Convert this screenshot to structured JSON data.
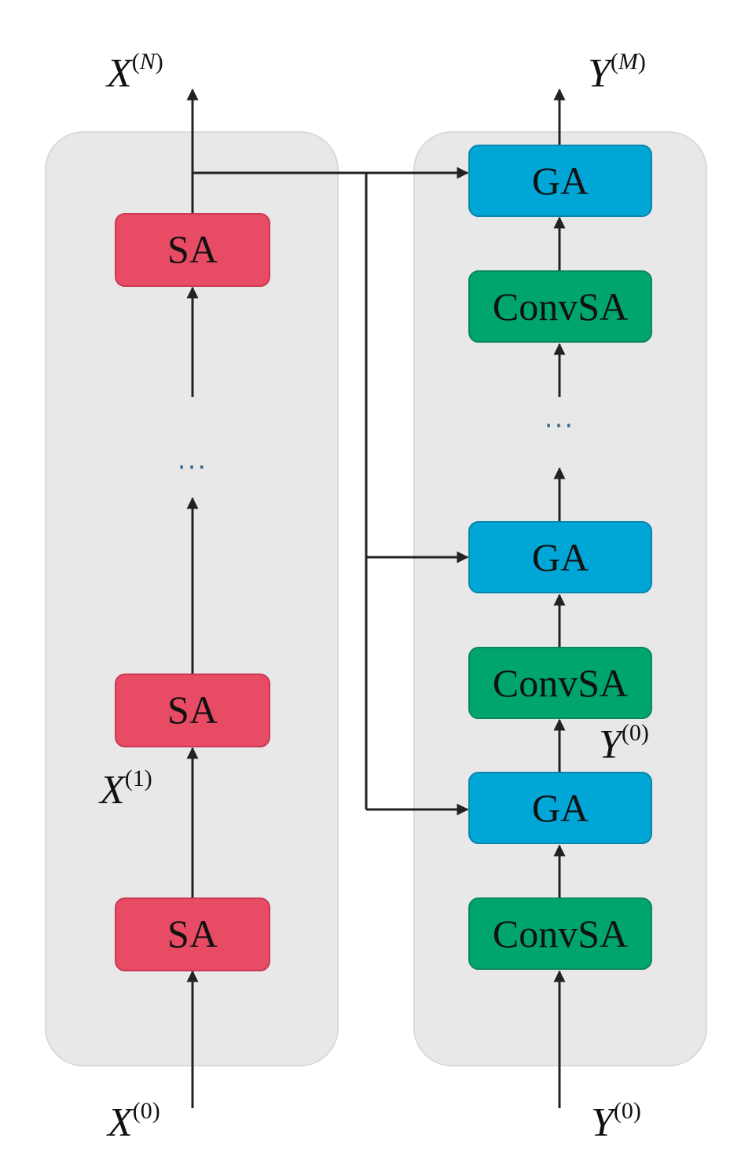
{
  "blocks": {
    "sa": "SA",
    "convsa": "ConvSA",
    "ga": "GA"
  },
  "ellipsis": "···",
  "labels": {
    "x_out": {
      "base": "X",
      "sup_open": "(",
      "sup_var": "N",
      "sup_close": ")"
    },
    "y_out": {
      "base": "Y",
      "sup_open": "(",
      "sup_var": "M",
      "sup_close": ")"
    },
    "x_in": {
      "base": "X",
      "sup": "(0)"
    },
    "y_in": {
      "base": "Y",
      "sup": "(0)"
    },
    "x_1": {
      "base": "X",
      "sup": "(1)"
    },
    "y_mid": {
      "base": "Y",
      "sup": "(0)"
    }
  },
  "colors": {
    "panel": "#e8e8e9",
    "panel_border": "#dadada",
    "sa": "#e84c64",
    "convsa": "#00a56e",
    "ga": "#00a6d6",
    "arrow": "#222222"
  }
}
